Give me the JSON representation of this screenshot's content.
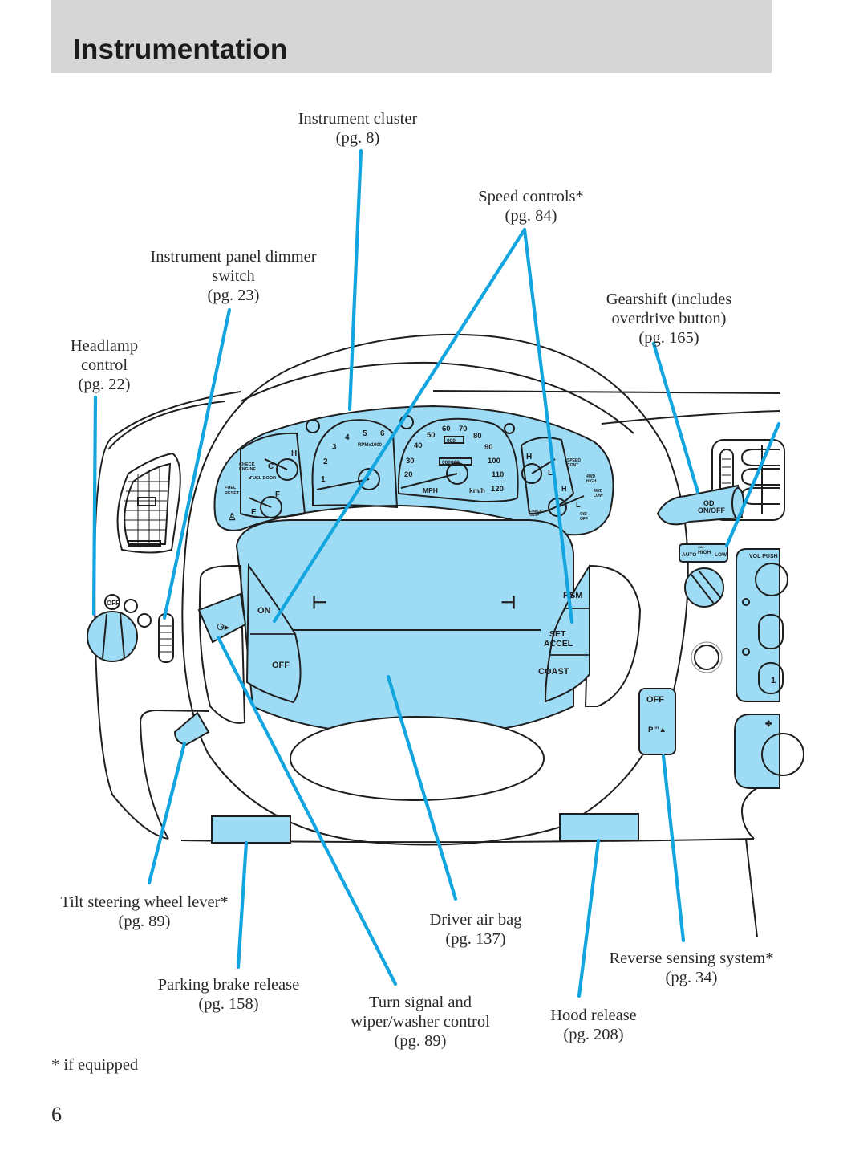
{
  "header": {
    "title": "Instrumentation"
  },
  "colors": {
    "accent": "#13a5df",
    "fill": "#9edcf5",
    "header_bg": "#d6d6d6",
    "line": "#1e1e1e"
  },
  "callouts": [
    {
      "id": "instrument-cluster",
      "lines": [
        "Instrument cluster",
        "(pg. 8)"
      ]
    },
    {
      "id": "speed-controls",
      "lines": [
        "Speed controls*",
        "(pg. 84)"
      ]
    },
    {
      "id": "dimmer-switch",
      "lines": [
        "Instrument panel dimmer",
        "switch",
        "(pg. 23)"
      ]
    },
    {
      "id": "gearshift",
      "lines": [
        "Gearshift (includes",
        "overdrive button)",
        "(pg. 165)"
      ]
    },
    {
      "id": "headlamp-control",
      "lines": [
        "Headlamp",
        "control",
        "(pg. 22)"
      ]
    },
    {
      "id": "tilt-steering",
      "lines": [
        "Tilt steering wheel lever*",
        "(pg. 89)"
      ]
    },
    {
      "id": "driver-air-bag",
      "lines": [
        "Driver air bag",
        "(pg. 137)"
      ]
    },
    {
      "id": "reverse-sensing",
      "lines": [
        "Reverse sensing system*",
        "(pg. 34)"
      ]
    },
    {
      "id": "parking-brake",
      "lines": [
        "Parking brake release",
        "(pg. 158)"
      ]
    },
    {
      "id": "turn-signal",
      "lines": [
        "Turn signal and",
        "wiper/washer control",
        "(pg. 89)"
      ]
    },
    {
      "id": "hood-release",
      "lines": [
        "Hood release",
        "(pg. 208)"
      ]
    }
  ],
  "cluster": {
    "tach_ticks": [
      "1",
      "2",
      "3",
      "4",
      "5",
      "6"
    ],
    "tach_unit": "RPMx1000",
    "speedo_ticks": [
      "20",
      "30",
      "40",
      "50",
      "60",
      "70",
      "80",
      "90",
      "100",
      "110",
      "120"
    ],
    "speed_unit_mph": "MPH",
    "speed_unit_kmh": "km/h",
    "odometer": "000000",
    "trip": "000",
    "temp_labels": [
      "H",
      "C"
    ],
    "fuel_labels": [
      "F",
      "E"
    ],
    "oil_labels": [
      "H",
      "L"
    ],
    "volt_labels": [
      "H",
      "L"
    ],
    "check_engine": [
      "CHECK",
      "ENGINE"
    ],
    "fuel_door": "◂FUEL DOOR",
    "fuel_reset": [
      "FUEL",
      "RESET"
    ],
    "speed_cont": [
      "SPEED",
      "CONT"
    ],
    "fourwd_high": [
      "4WD",
      "HIGH"
    ],
    "fourwd_low": [
      "4WD",
      "LOW"
    ],
    "od_off": [
      "O/D",
      "OFF"
    ],
    "check_susp": [
      "CHECK",
      "SUSP"
    ]
  },
  "steering": {
    "left_buttons": [
      "ON",
      "OFF"
    ],
    "right_buttons": [
      "RSM",
      [
        "SET",
        "ACCEL"
      ],
      "COAST"
    ]
  },
  "controls": {
    "headlamp_off": "OFF",
    "od_button": [
      "OD",
      "ON/OFF"
    ],
    "fourwd_title": "4x4",
    "fourwd_modes": [
      "AUTO",
      "HIGH",
      "LOW"
    ],
    "radio_label": "VOL PUSH",
    "radio_preset": "1",
    "reverse_sense_off": "OFF",
    "reverse_sense_icon": "P’’’▲"
  },
  "footnote": "* if equipped",
  "page_number": "6"
}
